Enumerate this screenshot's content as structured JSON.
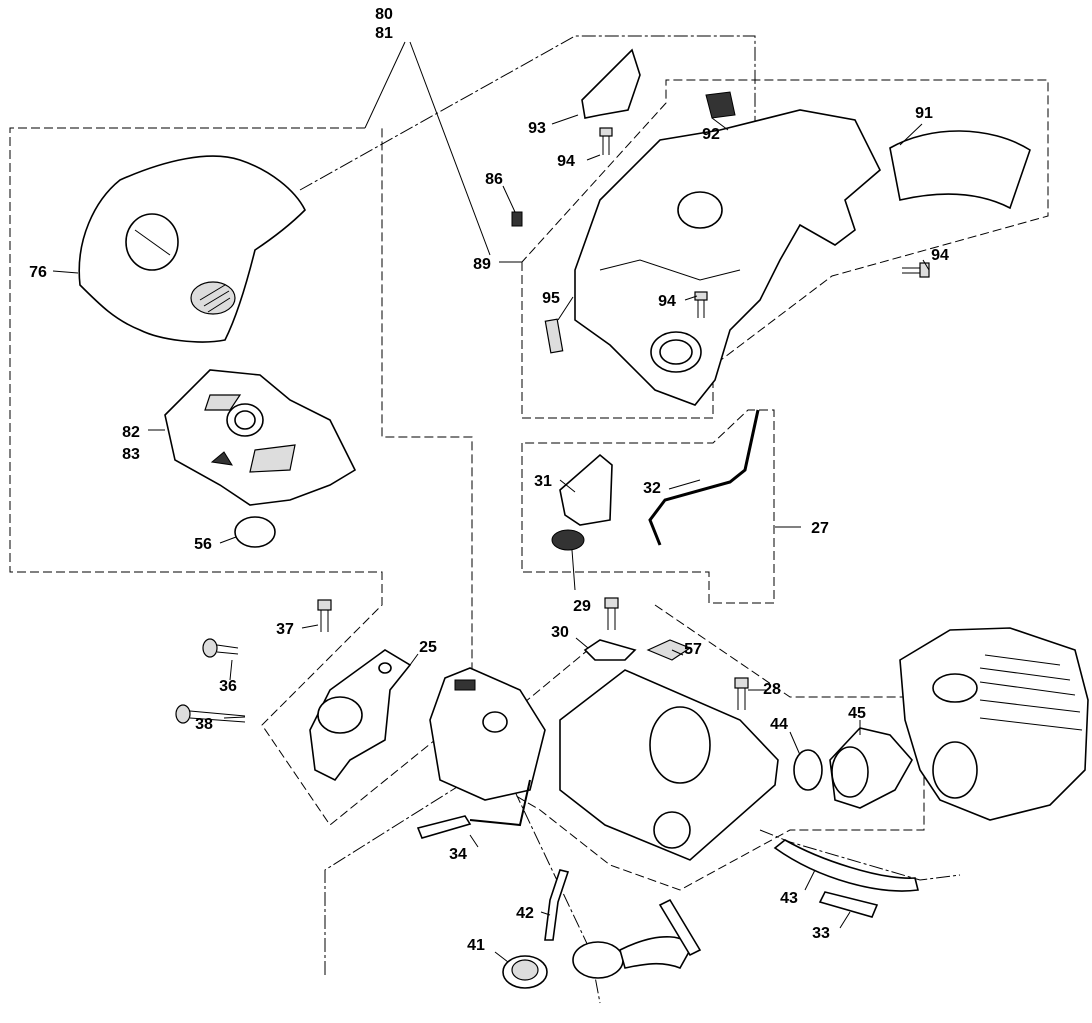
{
  "labels": {
    "p80": "80",
    "p81": "81",
    "p93": "93",
    "p92": "92",
    "p91": "91",
    "p94a": "94",
    "p86": "86",
    "p89": "89",
    "p94b": "94",
    "p95": "95",
    "p94c": "94",
    "p76": "76",
    "p82": "82",
    "p83": "83",
    "p56": "56",
    "p31": "31",
    "p32": "32",
    "p27": "27",
    "p29": "29",
    "p37": "37",
    "p25": "25",
    "p30": "30",
    "p57": "57",
    "p28": "28",
    "p36": "36",
    "p38": "38",
    "p44": "44",
    "p45": "45",
    "p34": "34",
    "p42": "42",
    "p43": "43",
    "p33": "33",
    "p41": "41"
  }
}
